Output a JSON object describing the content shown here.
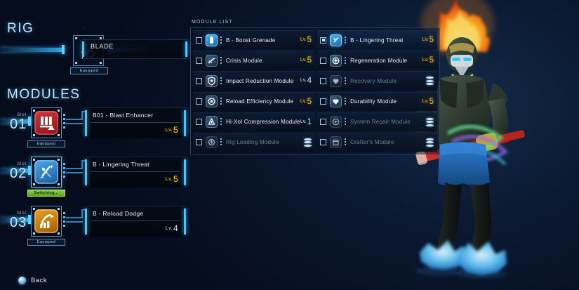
{
  "screen": {
    "rig_title": "RIG",
    "modules_title": "MODULES"
  },
  "rig": {
    "item_name": "BLADE",
    "status_badge": "Equipped",
    "icon": "blade-rig-icon"
  },
  "module_slots": [
    {
      "slot_label": "Slot",
      "slot_number": "01",
      "name": "B01 - Blast Enhancer",
      "level_prefix": "Lv.",
      "level": "5",
      "level_style": "gold",
      "status_badge": "Equipped",
      "icon": "blast-enhancer-icon",
      "icon_color": "#c32a30"
    },
    {
      "slot_label": "Slot",
      "slot_number": "02",
      "name": "B - Lingering Threat",
      "level_prefix": "Lv.",
      "level": "5",
      "level_style": "gold",
      "status_badge": "Switching...",
      "icon": "lingering-threat-icon",
      "icon_color": "#3a95dc"
    },
    {
      "slot_label": "Slot",
      "slot_number": "03",
      "name": "B - Reload Dodge",
      "level_prefix": "Lv.",
      "level": "4",
      "level_style": "white",
      "status_badge": "Equipped",
      "icon": "reload-dodge-icon",
      "icon_color": "#dc9312"
    }
  ],
  "module_list": {
    "header": "MODULE LIST",
    "columns": [
      {
        "rows": [
          {
            "name": "B - Boost Grenade",
            "level_prefix": "Lv.",
            "level": "5",
            "level_style": "gold",
            "checked": false,
            "icon": "boost-grenade-icon",
            "icon_state": "highlight",
            "dim": false
          },
          {
            "name": "Crisis Module",
            "level_prefix": "Lv.",
            "level": "5",
            "level_style": "gold",
            "checked": false,
            "icon": "crisis-icon",
            "icon_state": "normal",
            "dim": false
          },
          {
            "name": "Impact Reduction Module",
            "level_prefix": "Lv.",
            "level": "4",
            "level_style": "white",
            "checked": false,
            "icon": "shield-icon",
            "icon_state": "normal",
            "dim": false
          },
          {
            "name": "Reload Efficiency Module",
            "level_prefix": "Lv.",
            "level": "5",
            "level_style": "gold",
            "checked": false,
            "icon": "gear-icon",
            "icon_state": "normal",
            "dim": false
          },
          {
            "name": "Hi-Xol Compression Module",
            "level_prefix": "Lv.",
            "level": "1",
            "level_style": "white",
            "checked": false,
            "icon": "compression-icon",
            "icon_state": "normal",
            "dim": false
          },
          {
            "name": "Rig Loading Module",
            "level_prefix": "",
            "level": "",
            "level_style": "stack",
            "checked": false,
            "icon": "rig-loading-icon",
            "icon_state": "dark",
            "dim": true
          }
        ]
      },
      {
        "rows": [
          {
            "name": "B - Lingering Threat",
            "level_prefix": "Lv.",
            "level": "5",
            "level_style": "gold",
            "checked": true,
            "icon": "lingering-threat-icon",
            "icon_state": "highlight",
            "dim": false
          },
          {
            "name": "Regeneration Module",
            "level_prefix": "Lv.",
            "level": "5",
            "level_style": "gold",
            "checked": false,
            "icon": "regeneration-icon",
            "icon_state": "normal",
            "dim": false
          },
          {
            "name": "Recovery Module",
            "level_prefix": "",
            "level": "",
            "level_style": "stack",
            "checked": false,
            "icon": "recovery-icon",
            "icon_state": "dark",
            "dim": true
          },
          {
            "name": "Durability Module",
            "level_prefix": "Lv.",
            "level": "5",
            "level_style": "gold",
            "checked": false,
            "icon": "durability-icon",
            "icon_state": "normal",
            "dim": false
          },
          {
            "name": "System Repair Module",
            "level_prefix": "",
            "level": "",
            "level_style": "stack",
            "checked": false,
            "icon": "system-repair-icon",
            "icon_state": "dark",
            "dim": true
          },
          {
            "name": "Crafter's Module",
            "level_prefix": "",
            "level": "",
            "level_style": "stack",
            "checked": false,
            "icon": "crafters-icon",
            "icon_state": "dark",
            "dim": true
          }
        ]
      }
    ]
  },
  "footer": {
    "back_label": "Back",
    "back_button_glyph": "circle-button-icon"
  },
  "colors": {
    "accent_cyan": "#4fc3f7",
    "level_gold": "#f2c437",
    "switching_green": "#8ed14a",
    "panel_bg": "#0a1830"
  }
}
